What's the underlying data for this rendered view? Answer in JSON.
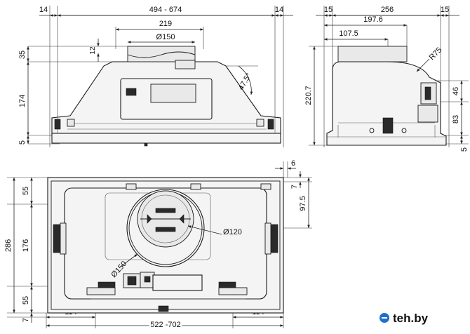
{
  "diagram": {
    "front_view": {
      "dim_side_left": "14",
      "dim_width_range": "494 - 674",
      "dim_side_right": "14",
      "dim_outlet_width": "219",
      "dim_outlet_diameter": "Ø150",
      "dim_collar_height": "12",
      "dim_top_height": "35",
      "dim_body_height": "174",
      "dim_base_height": "5",
      "dim_angle": "47.5°"
    },
    "side_view": {
      "dim_left_offset": "15",
      "dim_depth": "256",
      "dim_right_offset": "15",
      "dim_depth_partial": "197.6",
      "dim_center_offset": "107.5",
      "dim_radius": "R75",
      "dim_total_height": "220.7",
      "dim_height_46": "46",
      "dim_height_83": "83",
      "dim_base_height": "5"
    },
    "bottom_view": {
      "dim_right_margin": "6",
      "dim_edge": "7",
      "dim_center_offset": "97.5",
      "dim_depth_total": "286",
      "dim_top_margin": "55",
      "dim_mid_depth": "176",
      "dim_bottom_margin": "55",
      "dim_bottom_edge": "7",
      "dim_motor_diameter": "Ø120",
      "dim_outlet_diameter": "Ø150",
      "dim_inner_left": "114",
      "dim_inner_right": "114",
      "dim_width_range": "522 -702"
    },
    "watermark": {
      "logo_text": "teh.by",
      "brand_color": "#1f6fd0"
    }
  }
}
